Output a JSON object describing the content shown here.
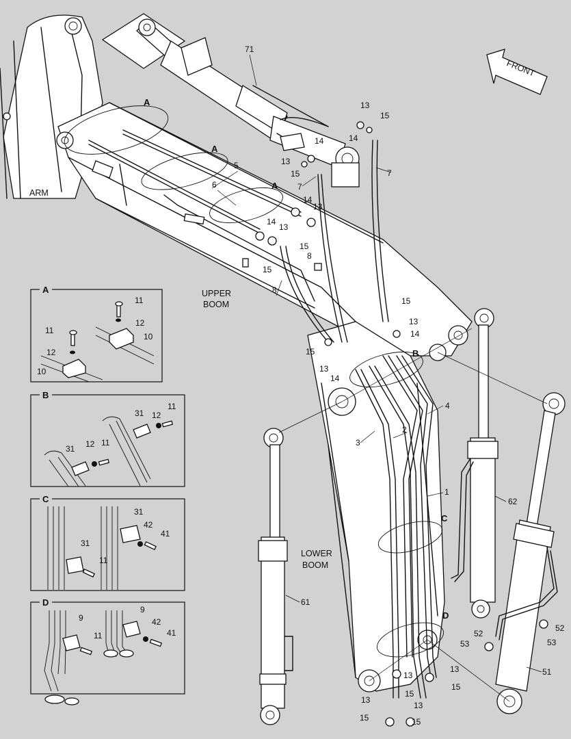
{
  "areas": {
    "arm": "ARM",
    "upper_boom": [
      "UPPER",
      "BOOM"
    ],
    "lower_boom": [
      "LOWER",
      "BOOM"
    ],
    "front": "FRONT"
  },
  "details": {
    "A": {
      "title": "A",
      "labels": [
        "11",
        "12",
        "10",
        "11",
        "12",
        "10"
      ]
    },
    "B": {
      "title": "B",
      "labels": [
        "31",
        "12",
        "11",
        "31",
        "12",
        "11"
      ]
    },
    "C": {
      "title": "C",
      "labels": [
        "31",
        "42",
        "41",
        "31",
        "11"
      ]
    },
    "D": {
      "title": "D",
      "labels": [
        "9",
        "42",
        "41",
        "9",
        "11"
      ]
    }
  },
  "callouts": {
    "main": [
      "71",
      "13",
      "15",
      "14",
      "7",
      "13",
      "14",
      "15",
      "7",
      "5",
      "6",
      "14",
      "13",
      "14",
      "13",
      "15",
      "8",
      "15",
      "8",
      "15",
      "13",
      "14",
      "15",
      "13",
      "14",
      "4",
      "2",
      "3",
      "1",
      "62",
      "61",
      "52",
      "52",
      "53",
      "53",
      "51",
      "13",
      "13",
      "15",
      "15",
      "13",
      "13",
      "15",
      "15"
    ],
    "section_markers": [
      "A",
      "A",
      "A",
      "B",
      "C",
      "D"
    ]
  }
}
